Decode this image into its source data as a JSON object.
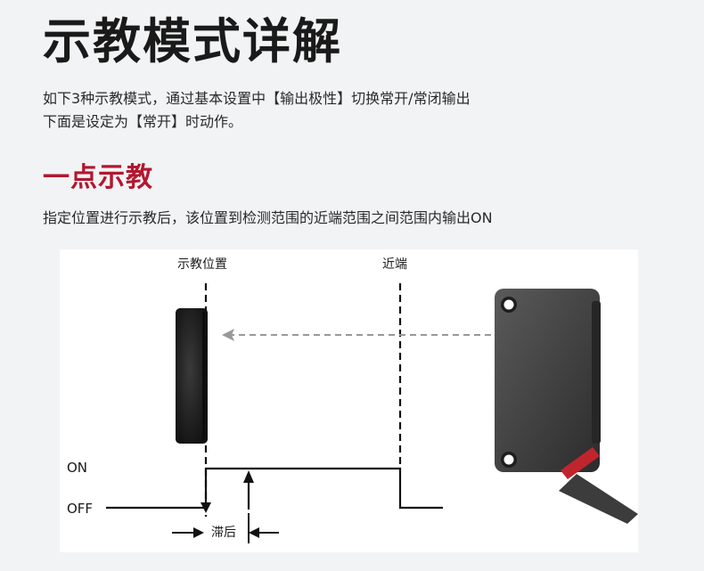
{
  "page": {
    "title": "示教模式详解",
    "intro_lines": [
      "如下3种示教模式，通过基本设置中【输出极性】切换常开/常闭输出",
      "下面是设定为【常开】时动作。"
    ]
  },
  "section": {
    "heading": "一点示教",
    "description": "指定位置进行示教后，该位置到检测范围的近端范围之间范围内输出ON"
  },
  "diagram": {
    "teach_position_label": "示教位置",
    "near_end_label": "近端",
    "on_label": "ON",
    "off_label": "OFF",
    "hysteresis_label": "滞后"
  },
  "colors": {
    "heading_red": "#b3172f",
    "sensor_body": "#3a3a3a",
    "sensor_red_band": "#c0252e",
    "beam_arrow": "#999999"
  }
}
